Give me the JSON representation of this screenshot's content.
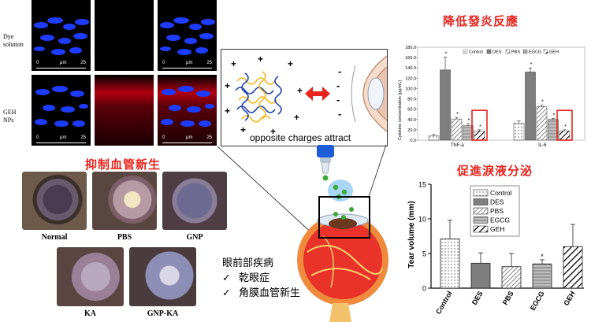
{
  "microscopy": {
    "row1_label": "Dye\nsolution",
    "row2_label": "GEH\nNPs",
    "scale_start": "0",
    "scale_unit": "μm",
    "scale_end": "25"
  },
  "center": {
    "caption": "opposite charges attract",
    "plus": "+",
    "minus": "-"
  },
  "titles": {
    "anti_inflammation": "降低發炎反應",
    "anti_angiogenesis": "抑制血管新生",
    "tear_secretion": "促進淚液分泌"
  },
  "eyes": {
    "labels": [
      "Normal",
      "PBS",
      "GNP",
      "KA",
      "GNP-KA"
    ]
  },
  "diseases": {
    "title": "眼前部疾病",
    "check": "✓",
    "items": [
      "乾眼症",
      "角膜血管新生"
    ]
  },
  "chart_data": [
    {
      "type": "bar",
      "ylabel": "Cytokine concentration (pg/mL)",
      "ylim": [
        0,
        180
      ],
      "yticks": [
        "0.0",
        "20.0",
        "40.0",
        "60.0",
        "80.0",
        "100.0",
        "120.0",
        "140.0",
        "160.0",
        "180.0"
      ],
      "categories": [
        "TNF-a",
        "IL-6"
      ],
      "legend": [
        "Control",
        "DES",
        "PBS",
        "EGCG",
        "GEH"
      ],
      "legend_position": "top",
      "series": [
        {
          "name": "Control",
          "values": [
            8,
            33
          ],
          "errors": [
            3,
            4
          ]
        },
        {
          "name": "DES",
          "values": [
            136,
            132
          ],
          "errors": [
            25,
            8
          ]
        },
        {
          "name": "PBS",
          "values": [
            41,
            65
          ],
          "errors": [
            3,
            3
          ]
        },
        {
          "name": "EGCG",
          "values": [
            28,
            40
          ],
          "errors": [
            4,
            2
          ]
        },
        {
          "name": "GEH",
          "values": [
            18,
            18
          ],
          "errors": [
            2,
            2
          ]
        }
      ],
      "significance": "*",
      "colors": {
        "Control": "#ffffff",
        "DES": "#7f7f7f",
        "PBS": "#ffffff",
        "EGCG": "#bdbdbd",
        "GEH": "#ffffff",
        "highlight": "#e8241c"
      }
    },
    {
      "type": "bar",
      "ylabel": "Tear volume (mm)",
      "ylim": [
        0,
        15
      ],
      "yticks": [
        "0",
        "5",
        "10",
        "15"
      ],
      "categories": [
        "Control",
        "DES",
        "PBS",
        "EGCG",
        "GEH"
      ],
      "values": [
        7.1,
        3.6,
        3.1,
        3.5,
        6.0
      ],
      "errors": [
        2.7,
        1.5,
        1.9,
        0.6,
        3.2
      ],
      "significance": "*",
      "legend": [
        "Control",
        "DES",
        "PBS",
        "EGCG",
        "GEH"
      ],
      "legend_position": "top-left"
    }
  ]
}
